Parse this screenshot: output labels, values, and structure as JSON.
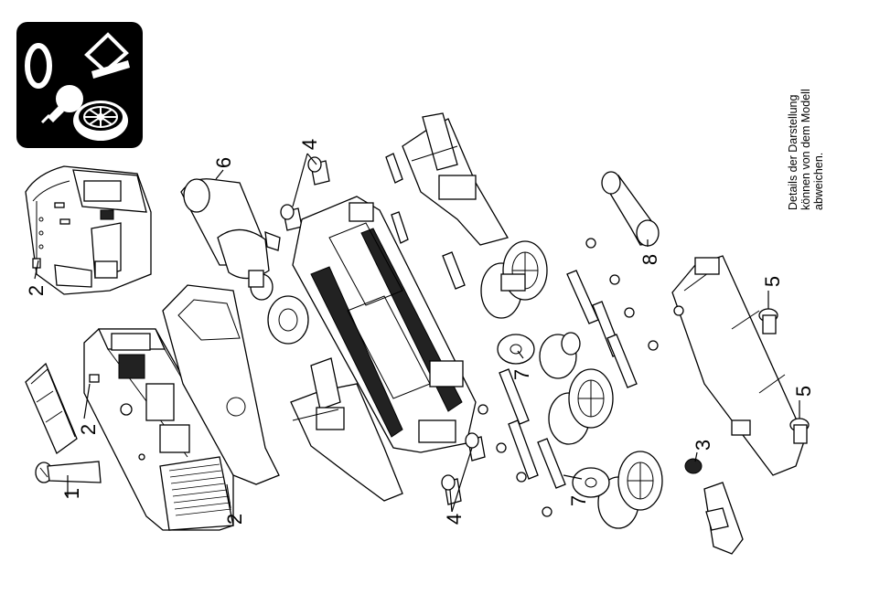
{
  "legend_icon": {
    "label_zero": "0",
    "icons": [
      "ring-icon",
      "brush-icon",
      "bulb-icon",
      "wheel-icon"
    ],
    "background": "#000000",
    "foreground": "#ffffff"
  },
  "note": {
    "lines": [
      "Details der Darstellung",
      "können von dem Modell",
      "abweichen."
    ]
  },
  "callouts": {
    "c1": "1",
    "c2a": "2",
    "c2b": "2",
    "c2c": "2",
    "c3": "3",
    "c4a": "4",
    "c4b": "4",
    "c5a": "5",
    "c5b": "5",
    "c6": "6",
    "c7a": "7",
    "c7b": "7",
    "c8": "8"
  }
}
